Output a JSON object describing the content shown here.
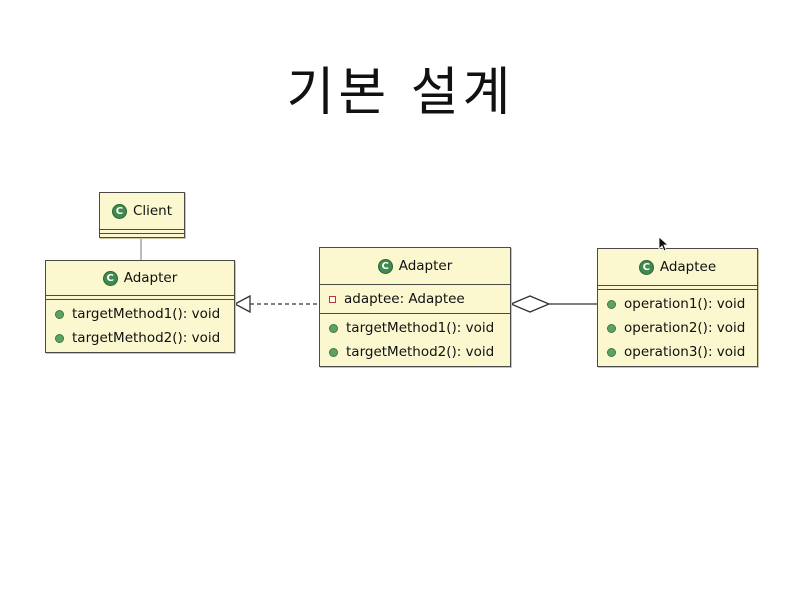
{
  "title": "기본 설계",
  "classes": {
    "client": {
      "name": "Client"
    },
    "target": {
      "name": "Adapter",
      "methods": [
        "targetMethod1(): void",
        "targetMethod2(): void"
      ]
    },
    "adapter": {
      "name": "Adapter",
      "fields": [
        "adaptee: Adaptee"
      ],
      "methods": [
        "targetMethod1(): void",
        "targetMethod2(): void"
      ]
    },
    "adaptee": {
      "name": "Adaptee",
      "methods": [
        "operation1(): void",
        "operation2(): void",
        "operation3(): void"
      ]
    }
  },
  "icon_letter": "C",
  "colors": {
    "class_fill": "#fbf7cf",
    "class_icon": "#3f8a4c",
    "public_dot": "#5da265",
    "private_marker": "#c0332f"
  },
  "relations": [
    {
      "type": "realization",
      "from": "adapter",
      "to": "target"
    },
    {
      "type": "aggregation",
      "from": "adaptee",
      "to": "adapter"
    },
    {
      "type": "association",
      "from": "client",
      "to": "target"
    }
  ]
}
